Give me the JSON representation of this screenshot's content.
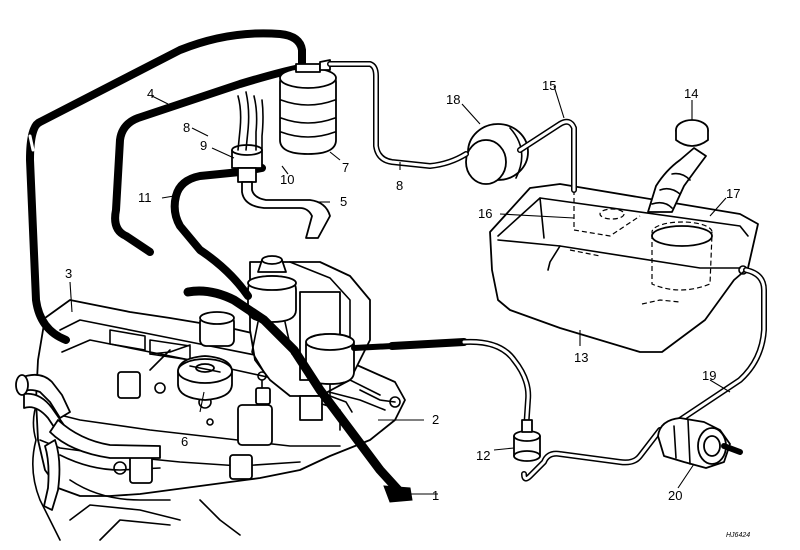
{
  "callouts": {
    "c1": "1",
    "c2": "2",
    "c3": "3",
    "c4": "4",
    "c5": "5",
    "c6": "6",
    "c7": "7",
    "c8a": "8",
    "c8b": "8",
    "c9": "9",
    "c10": "10",
    "c11": "11",
    "c12": "12",
    "c13": "13",
    "c14": "14",
    "c15": "15",
    "c16": "16",
    "c17": "17",
    "c18": "18",
    "c19": "19",
    "c20": "20"
  },
  "drawing_code": "HJ6424"
}
